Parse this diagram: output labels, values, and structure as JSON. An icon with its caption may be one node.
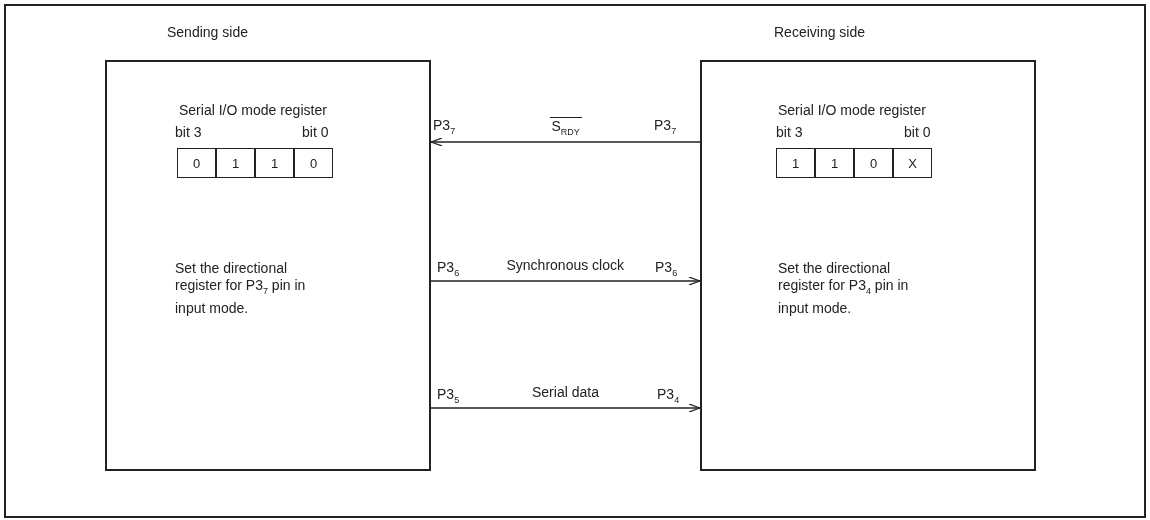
{
  "diagram": {
    "nodes": [
      {
        "text": [
          "Sending side",
          "Serial I/O mode register",
          "Set the directional register for P3$_{7}$ pin in input mode."
        ]
      },
      {
        "text": [
          "0"
        ],
        "in": 0
      },
      {
        "text": [
          "1"
        ],
        "in": 0
      },
      {
        "text": [
          "1"
        ],
        "in": 0
      },
      {
        "text": [
          "0"
        ],
        "in": 0
      },
      {
        "text": [
          "Receiving side",
          "Serial I/O mode register",
          "Set the directional register for P3$_{4}$ pin in input mode."
        ]
      },
      {
        "text": [
          "1"
        ],
        "in": 5
      },
      {
        "text": [
          "1"
        ],
        "in": 5
      },
      {
        "text": [
          "0"
        ],
        "in": 5
      },
      {
        "text": [
          "X"
        ],
        "in": 5
      }
    ],
    "edges": [
      {
        "from": 5,
        "to": 0,
        "arrow": "to",
        "label": "S$_{RDY}$"
      },
      {
        "from": 0,
        "to": 5,
        "arrow": "to",
        "label": "Synchronous clock"
      },
      {
        "from": 0,
        "to": 5,
        "arrow": "to",
        "label": "Serial data"
      }
    ],
    "labels": [
      "bit 3",
      "bit 0",
      "P3$_{7}$",
      "P3$_{7}$",
      "bit 3",
      "bit 0",
      "P3$_{6}$",
      "P3$_{6}$",
      "P3$_{5}$",
      "P3$_{4}$"
    ]
  }
}
